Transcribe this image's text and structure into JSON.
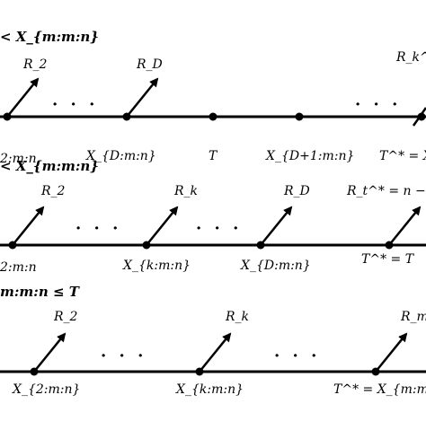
{
  "panels": [
    {
      "heading": "< X_{m:m:n}",
      "points": [
        {
          "label": "2:m:n",
          "arrow": "R_2"
        },
        {
          "label": "X_{D:m:n}",
          "arrow": "R_D"
        },
        {
          "label": "T"
        },
        {
          "label": "X_{D+1:m:n}"
        },
        {
          "label": "T^* = X",
          "arrow": "R_k^* ="
        }
      ],
      "ellipses": [
        "· · ·",
        "· · ·"
      ]
    },
    {
      "heading": "< X_{m:m:n}",
      "points": [
        {
          "label": "2:m:n",
          "arrow": "R_2"
        },
        {
          "label": "X_{k:m:n}",
          "arrow": "R_k"
        },
        {
          "label": "X_{D:m:n}",
          "arrow": "R_D"
        },
        {
          "label": "T^* = T",
          "arrow": "R_t^* = n − D"
        }
      ],
      "ellipses": [
        "· · ·",
        "· · ·"
      ]
    },
    {
      "heading": "m:m:n ≤ T",
      "points": [
        {
          "label": "X_{2:m:n}",
          "arrow": "R_2"
        },
        {
          "label": "X_{k:m:n}",
          "arrow": "R_k"
        },
        {
          "label": "T^* = X_{m:m:n}",
          "arrow": "R_m"
        }
      ],
      "ellipses": [
        "· · ·",
        "· · ·"
      ]
    }
  ]
}
